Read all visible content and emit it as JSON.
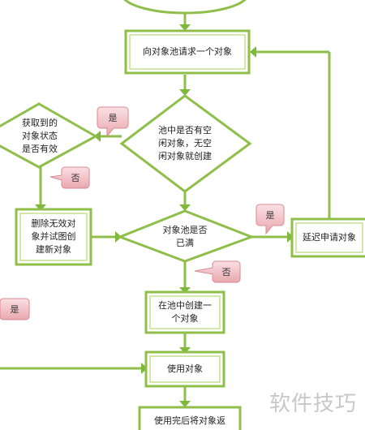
{
  "nodes": {
    "request": "向对象池请求一个对象",
    "pool_check": "池中是否有空\n闲对象，无空\n闲对象就创建",
    "validity_check": "获取到的\n对象状态\n是否有效",
    "full_check": "对象池是否\n已满",
    "delete_invalid": "删除无效对\n象并试图创\n建新对象",
    "delay": "延迟申请对象",
    "create_in_pool": "在池中创建一\n个对象",
    "use": "使用对象",
    "return": "使用完后将对象返"
  },
  "notes": {
    "yes_top": "是",
    "no_left": "否",
    "yes_right": "是",
    "no_mid": "否",
    "yes_left": "是"
  },
  "watermark": "软件技巧",
  "colors": {
    "border": "#8fbf4a",
    "border_light": "#c5e08f",
    "arrow": "#7fb83c",
    "note_fill": "#f4c4c8",
    "note_stroke": "#d98a92"
  }
}
